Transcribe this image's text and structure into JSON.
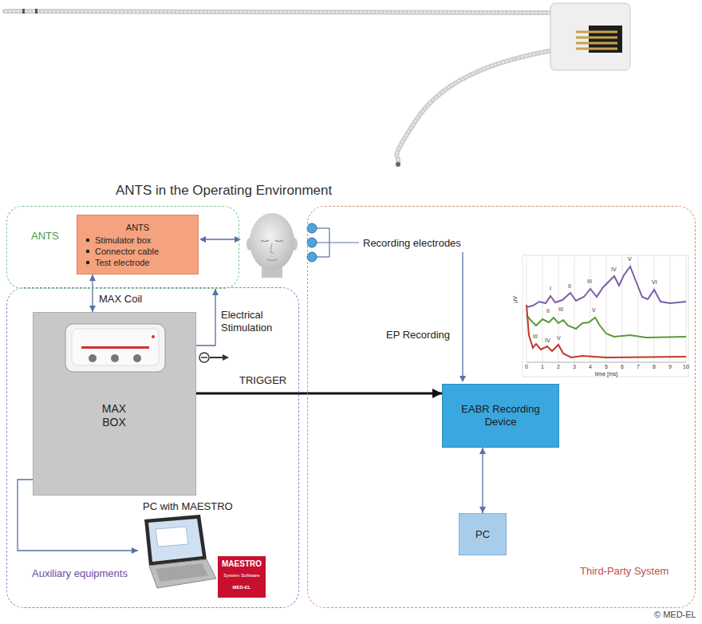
{
  "diagram": {
    "title": "ANTS in the Operating Environment",
    "nodes": [
      {
        "text": [
          "ANTS"
        ]
      },
      {
        "text": [
          "ANTS",
          "Stimulator box",
          "Connector cable",
          "Test electrode"
        ],
        "in": 0
      },
      {
        "text": [
          "Auxiliary equipments"
        ]
      },
      {
        "text": [
          "MAX BOX"
        ],
        "in": 2
      },
      {
        "text": [
          "PC with MAESTRO"
        ],
        "in": 2
      },
      {
        "text": [
          "Third-Party System"
        ]
      },
      {
        "text": [
          "EABR Recording Device"
        ],
        "in": 5
      },
      {
        "text": [
          "PC"
        ],
        "in": 5
      }
    ],
    "edges": [
      {
        "from": 1,
        "to": 3,
        "arrow": "both"
      },
      {
        "from": 3,
        "to": 0,
        "arrow": "to",
        "label": "Electrical Stimulation"
      },
      {
        "from": 3,
        "to": 6,
        "arrow": "to",
        "label": "TRIGGER"
      },
      {
        "from": 3,
        "to": 4,
        "arrow": "to"
      },
      {
        "from": 6,
        "to": 7,
        "arrow": "both"
      }
    ],
    "labels": [
      "MAX Coil",
      "Recording electrodes",
      "EP Recording",
      "MAESTRO",
      "System Software",
      "MED-EL",
      "© MED-EL",
      "µV",
      "0",
      "1",
      "2",
      "3",
      "4",
      "5",
      "6",
      "7",
      "8",
      "9",
      "10",
      "time [ms]",
      "I",
      "II",
      "III",
      "IV",
      "V",
      "VI",
      "II",
      "III",
      "V",
      "III",
      "IV",
      "V"
    ]
  }
}
